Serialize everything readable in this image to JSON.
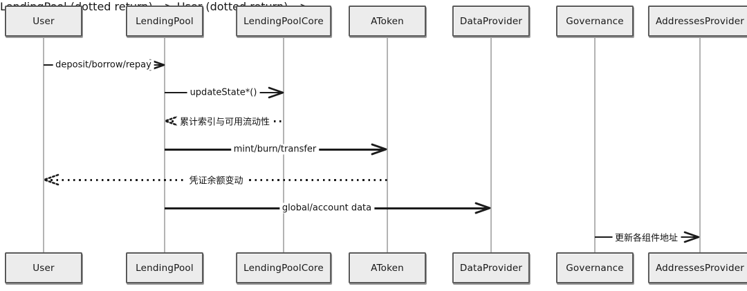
{
  "diagram": {
    "type": "sequence-diagram",
    "participants": [
      {
        "name": "User"
      },
      {
        "name": "LendingPool"
      },
      {
        "name": "LendingPoolCore"
      },
      {
        "name": "AToken"
      },
      {
        "name": "DataProvider"
      },
      {
        "name": "Governance"
      },
      {
        "name": "AddressesProvider"
      }
    ],
    "messages": [
      {
        "from": "User",
        "to": "LendingPool",
        "label": "deposit/borrow/repay",
        "line": "solid",
        "direction": "right"
      },
      {
        "from": "LendingPool",
        "to": "LendingPoolCore",
        "label": "updateState*()",
        "line": "solid",
        "direction": "right"
      },
      {
        "from": "LendingPoolCore",
        "to": "LendingPool",
        "label": "累计索引与可用流动性",
        "line": "dotted",
        "direction": "left"
      },
      {
        "from": "LendingPool",
        "to": "AToken",
        "label": "mint/burn/transfer",
        "line": "solid",
        "direction": "right"
      },
      {
        "from": "AToken",
        "to": "User",
        "label": "凭证余额变动",
        "line": "dotted",
        "direction": "left"
      },
      {
        "from": "LendingPool",
        "to": "DataProvider",
        "label": "global/account data",
        "line": "solid",
        "direction": "right"
      },
      {
        "from": "Governance",
        "to": "AddressesProvider",
        "label": "更新各组件地址",
        "line": "solid",
        "direction": "right"
      }
    ],
    "colors": {
      "background": "#ffffff",
      "box_fill": "#ececec",
      "box_border": "#595959",
      "message_line": "#1b1b1b",
      "lifeline": "#b3b3b3",
      "text": "#161616"
    }
  }
}
